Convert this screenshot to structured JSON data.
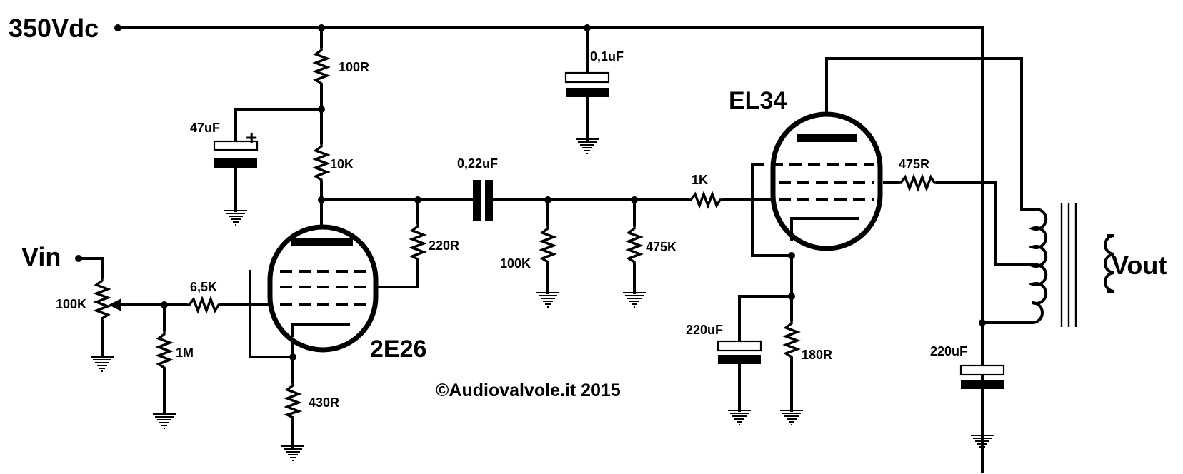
{
  "supply_label": "350Vdc",
  "input_label": "Vin",
  "output_label": "Vout",
  "copyright": "©Audiovalvole.it 2015",
  "tubes": {
    "driver": "2E26",
    "output": "EL34"
  },
  "components": {
    "r_dropper": "100R",
    "c_filter": "47uF",
    "c_filter_polarity": "+",
    "r_plate": "10K",
    "r_screen": "220R",
    "c_bypass": "0,1uF",
    "c_coupling": "0,22uF",
    "r_grid_leak_a": "100K",
    "r_grid_leak_b": "475K",
    "r_grid_stopper": "1K",
    "r_screen_out": "475R",
    "pot_volume": "100K",
    "r_input_stopper": "6,5K",
    "r_input_leak": "1M",
    "r_cathode_driver": "430R",
    "c_cathode_out": "220uF",
    "r_cathode_out": "180R",
    "c_supply": "220uF"
  }
}
